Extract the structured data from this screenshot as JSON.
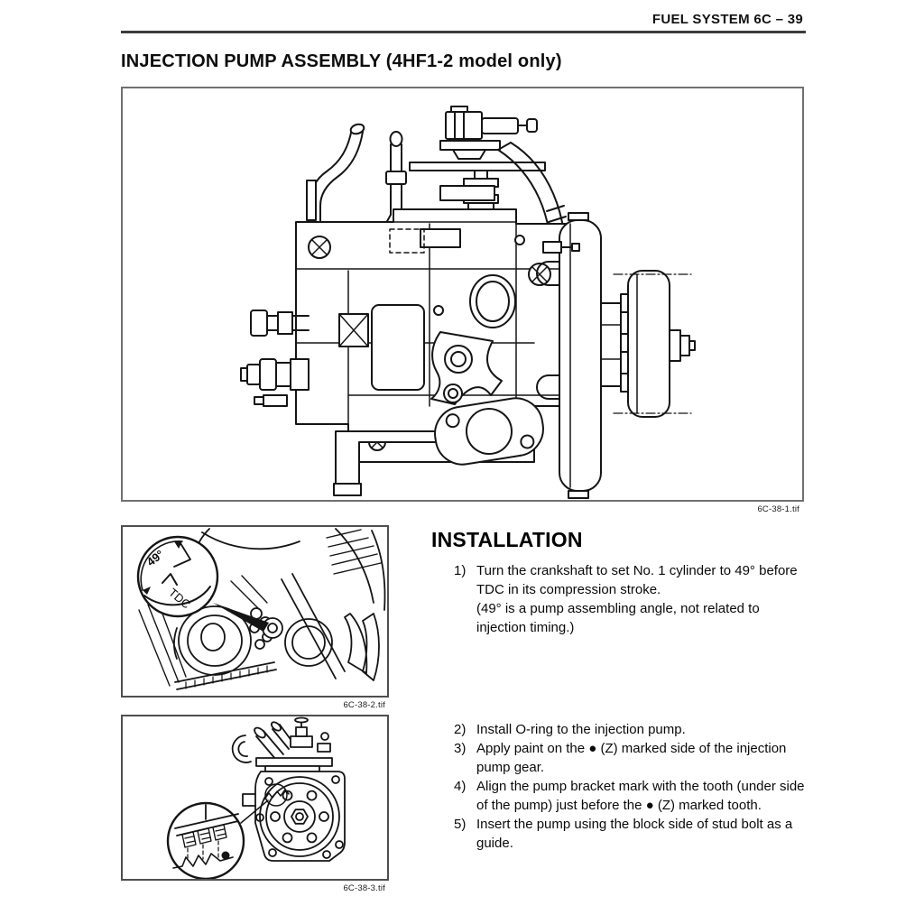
{
  "header": {
    "page_label": "FUEL SYSTEM  6C – 39"
  },
  "title": "INJECTION PUMP ASSEMBLY (4HF1-2 model only)",
  "figures": {
    "main": {
      "caption": "6C-38-1.tif",
      "subject": "injection-pump-side-view"
    },
    "crank": {
      "caption": "6C-38-2.tif",
      "angle_label": "49°",
      "tdc_label": "TDC"
    },
    "gear": {
      "caption": "6C-38-3.tif"
    }
  },
  "installation": {
    "heading": "INSTALLATION",
    "steps": [
      {
        "num": "1)",
        "text": "Turn the crankshaft to set No. 1 cylinder to 49° before TDC in its compression stroke.",
        "note": "(49° is a pump assembling angle, not related to injection timing.)"
      },
      {
        "num": "2)",
        "text": "Install O-ring to the injection pump.",
        "note": ""
      },
      {
        "num": "3)",
        "text": "Apply paint on the ● (Z) marked side of the injection pump gear.",
        "note": ""
      },
      {
        "num": "4)",
        "text": "Align the pump bracket mark with the tooth (under side of the pump) just before the ● (Z) marked tooth.",
        "note": ""
      },
      {
        "num": "5)",
        "text": "Insert the pump using the block side of stud bolt as a guide.",
        "note": ""
      }
    ]
  }
}
